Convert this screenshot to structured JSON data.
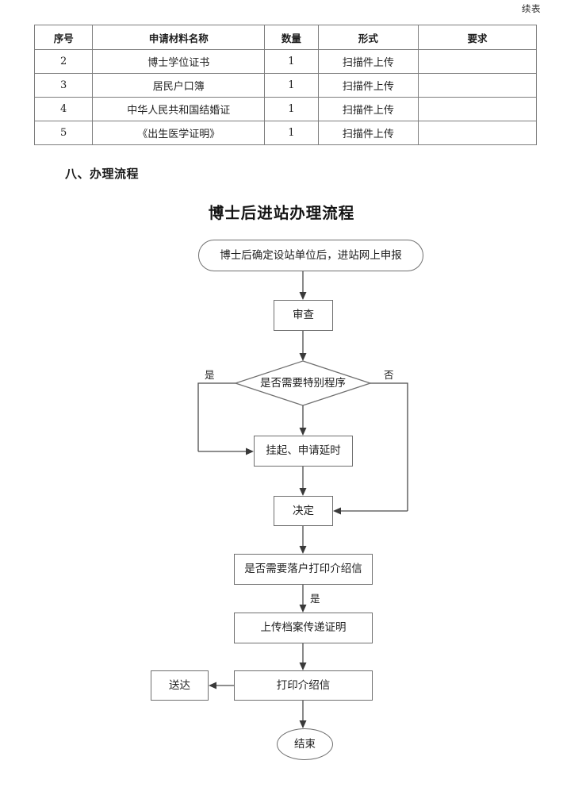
{
  "document": {
    "continued_label": "续表",
    "section_heading": "八、办理流程"
  },
  "table": {
    "columns": [
      "序号",
      "申请材料名称",
      "数量",
      "形式",
      "要求"
    ],
    "rows": [
      {
        "no": "2",
        "name": "博士学位证书",
        "qty": "1",
        "form": "扫描件上传",
        "req": ""
      },
      {
        "no": "3",
        "name": "居民户口簿",
        "qty": "1",
        "form": "扫描件上传",
        "req": ""
      },
      {
        "no": "4",
        "name": "中华人民共和国结婚证",
        "qty": "1",
        "form": "扫描件上传",
        "req": ""
      },
      {
        "no": "5",
        "name": "《出生医学证明》",
        "qty": "1",
        "form": "扫描件上传",
        "req": ""
      }
    ]
  },
  "chart_data": {
    "type": "diagram",
    "title": "博士后进站办理流程",
    "nodes": [
      {
        "id": "start",
        "shape": "rounded",
        "label": "博士后确定设站单位后，进站网上申报"
      },
      {
        "id": "review",
        "shape": "rectangle",
        "label": "审查"
      },
      {
        "id": "decision",
        "shape": "diamond",
        "label": "是否需要特别程序"
      },
      {
        "id": "suspend",
        "shape": "rectangle",
        "label": "挂起、申请延时"
      },
      {
        "id": "decide",
        "shape": "rectangle",
        "label": "决定"
      },
      {
        "id": "settle",
        "shape": "rectangle",
        "label": "是否需要落户打印介绍信"
      },
      {
        "id": "upload",
        "shape": "rectangle",
        "label": "上传档案传递证明"
      },
      {
        "id": "print",
        "shape": "rectangle",
        "label": "打印介绍信"
      },
      {
        "id": "deliver",
        "shape": "rectangle",
        "label": "送达"
      },
      {
        "id": "end",
        "shape": "ellipse",
        "label": "结束"
      }
    ],
    "edges": [
      {
        "from": "start",
        "to": "review",
        "label": ""
      },
      {
        "from": "review",
        "to": "decision",
        "label": ""
      },
      {
        "from": "decision",
        "to": "suspend",
        "label": "是"
      },
      {
        "from": "decision",
        "to": "decide",
        "label": "否"
      },
      {
        "from": "suspend",
        "to": "decide",
        "label": ""
      },
      {
        "from": "decide",
        "to": "settle",
        "label": ""
      },
      {
        "from": "settle",
        "to": "upload",
        "label": "是"
      },
      {
        "from": "upload",
        "to": "print",
        "label": ""
      },
      {
        "from": "print",
        "to": "deliver",
        "label": ""
      },
      {
        "from": "print",
        "to": "end",
        "label": ""
      }
    ],
    "edge_labels": {
      "yes_left": "是",
      "no_right": "否",
      "yes_down": "是"
    }
  }
}
